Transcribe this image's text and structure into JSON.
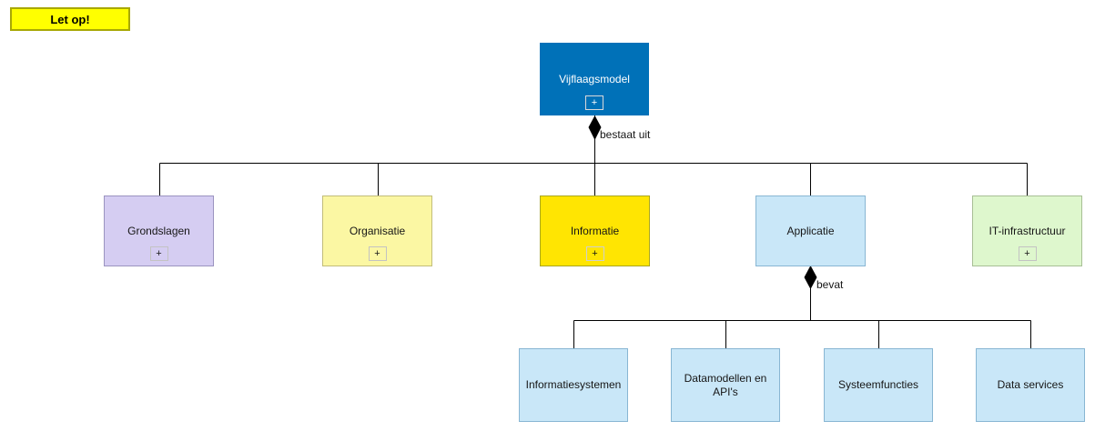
{
  "diagram": {
    "note": {
      "label": "Let op!",
      "fill": "#ffff00",
      "border_color": "#a8a805"
    },
    "root_node": {
      "label": "Vijflaagsmodel",
      "expand_button": "+",
      "fill": "#0071b8",
      "text_color": "#ffffff"
    },
    "relations": {
      "root_to_layers": {
        "label": "bestaat uit",
        "type": "composition-diamond"
      },
      "applicatie_to_children": {
        "label": "bevat",
        "type": "composition-diamond"
      }
    },
    "layers": [
      {
        "label": "Grondslagen",
        "expand_button": "+",
        "fill": "#d5cdf2",
        "border_color": "#9b94c0"
      },
      {
        "label": "Organisatie",
        "expand_button": "+",
        "fill": "#fbf7a3",
        "border_color": "#c2bd7a"
      },
      {
        "label": "Informatie",
        "expand_button": "+",
        "fill": "#ffe502",
        "border_color": "#aaa61e"
      },
      {
        "label": "Applicatie",
        "fill": "#c9e7f8",
        "border_color": "#88b6d3"
      },
      {
        "label": "IT-infrastructuur",
        "expand_button": "+",
        "fill": "#def7cd",
        "border_color": "#a8bf96"
      }
    ],
    "applicatie_children": [
      {
        "label": "Informatiesystemen",
        "fill": "#c9e7f8",
        "border_color": "#88b6d3"
      },
      {
        "label": "Datamodellen en API's",
        "fill": "#c9e7f8",
        "border_color": "#88b6d3"
      },
      {
        "label": "Systeemfuncties",
        "fill": "#c9e7f8",
        "border_color": "#88b6d3"
      },
      {
        "label": "Data services",
        "fill": "#c9e7f8",
        "border_color": "#88b6d3"
      }
    ],
    "line_color": "#000000"
  }
}
